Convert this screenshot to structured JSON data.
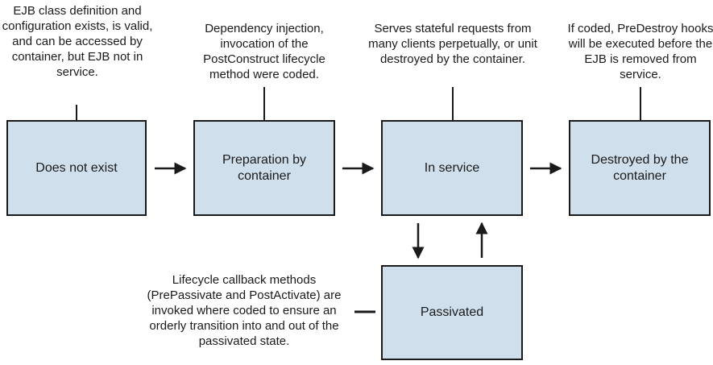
{
  "states": {
    "not_exist": "Does not exist",
    "preparation": "Preparation by container",
    "in_service": "In service",
    "destroyed": "Destroyed by the container",
    "passivated": "Passivated"
  },
  "notes": {
    "not_exist": "EJB class definition and configuration exists, is valid, and can be accessed by container, but EJB not in service.",
    "preparation": "Dependency injection, invocation of the PostConstruct lifecycle method were coded.",
    "in_service": "Serves stateful requests from many clients perpetually, or unit destroyed by the container.",
    "destroyed": "If coded, PreDestroy hooks will be executed before the EJB is removed from service.",
    "passivated": "Lifecycle callback methods (PrePassivate and PostActivate) are invoked where coded to ensure an orderly transition into and out of the passivated state."
  }
}
